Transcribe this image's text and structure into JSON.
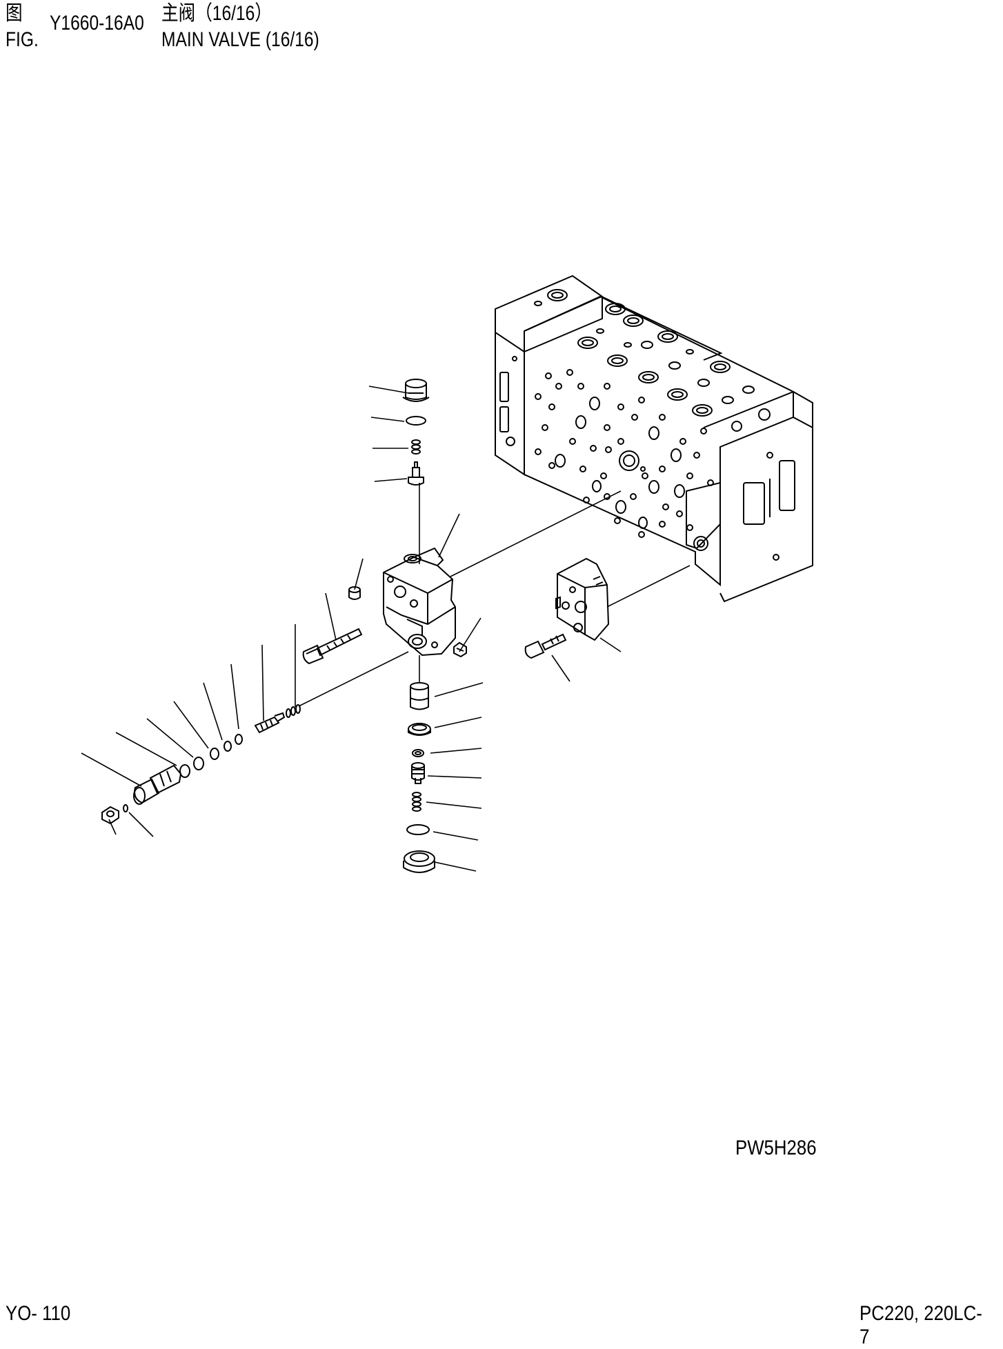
{
  "header": {
    "zh_prefix": "图",
    "en_prefix": "FIG.",
    "figure_code": "Y1660-16A0",
    "zh_title": "主阀（16/16）",
    "en_title": "MAIN VALVE (16/16)"
  },
  "drawing_code": "PW5H286",
  "footer": {
    "page_number": "YO- 110",
    "model": "PC220, 220LC-7"
  }
}
